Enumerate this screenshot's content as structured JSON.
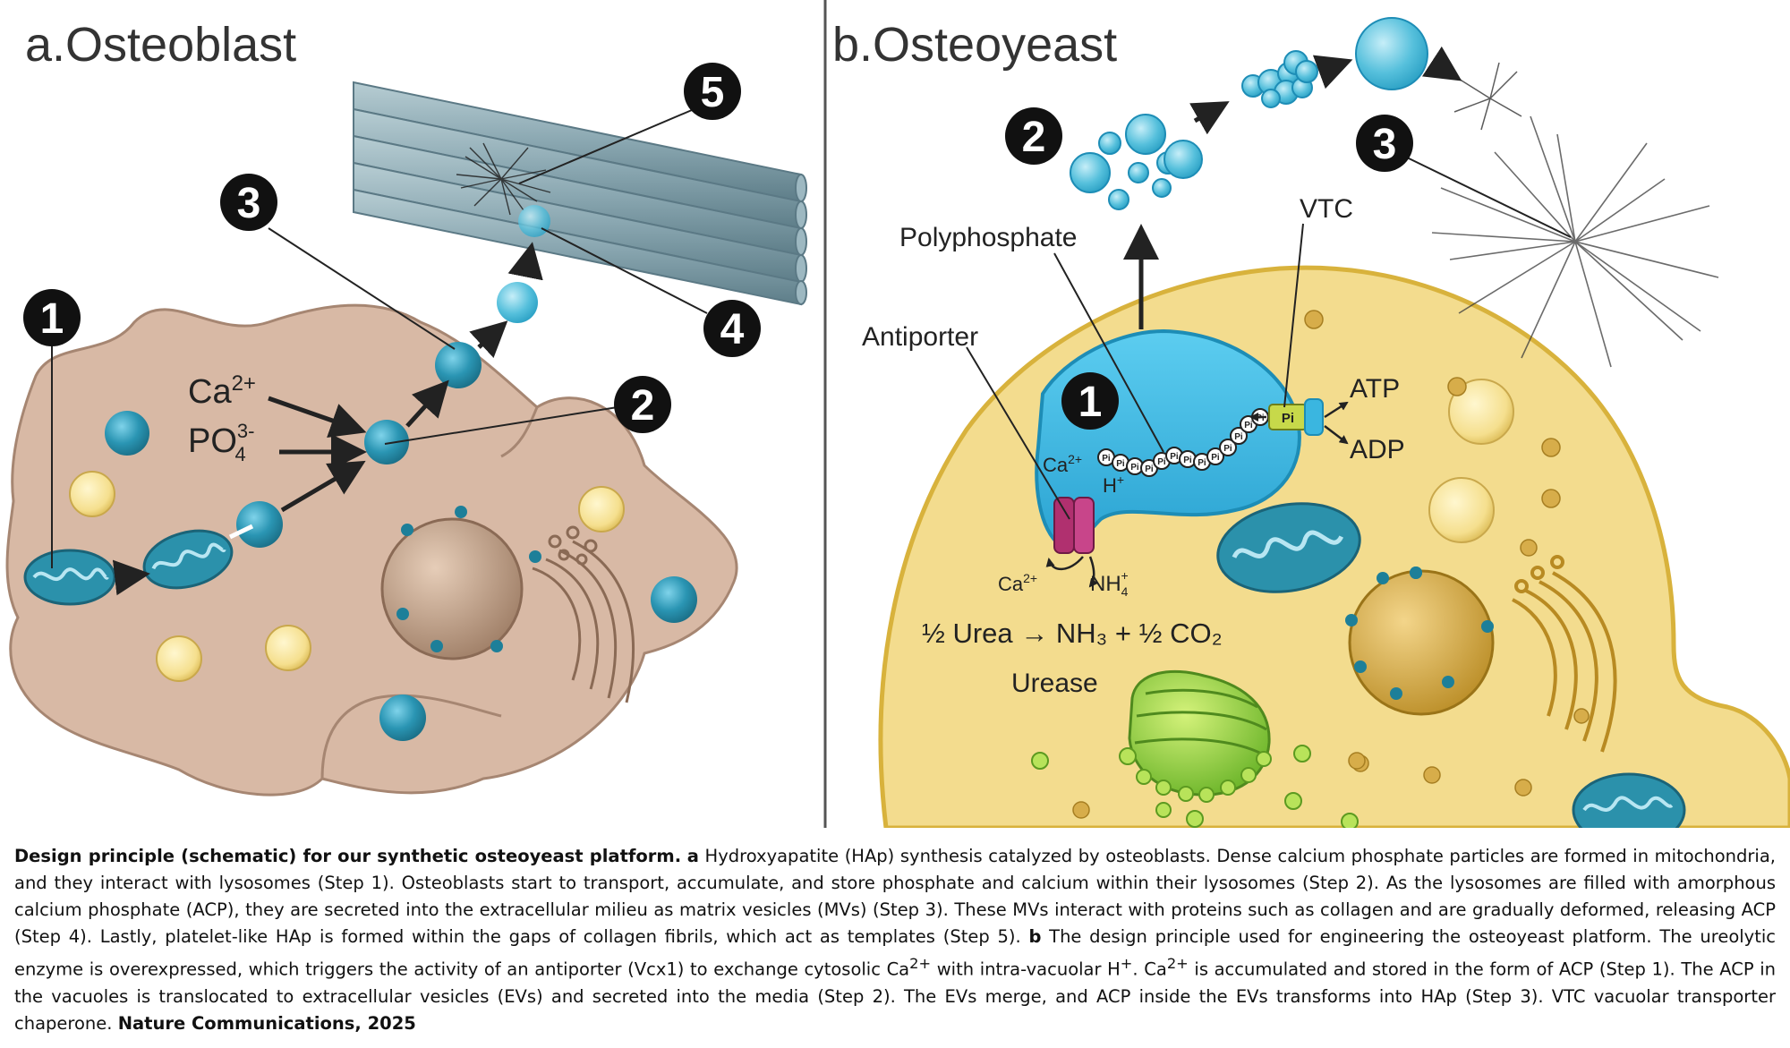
{
  "panel_a": {
    "title": "a.Osteoblast",
    "ion_ca": "Ca",
    "ion_ca_sup": "2+",
    "ion_po": "PO",
    "ion_po_sup": "3-",
    "ion_po_sub": "4",
    "steps": [
      "1",
      "2",
      "3",
      "4",
      "5"
    ]
  },
  "panel_b": {
    "title": "b.Osteoyeast",
    "polyphosphate": "Polyphosphate",
    "vtc": "VTC",
    "antiporter": "Antiporter",
    "atp": "ATP",
    "adp": "ADP",
    "ca_vac": "Ca",
    "ca_vac_sup": "2+",
    "h_plus": "H",
    "h_plus_sup": "+",
    "ca_cyt": "Ca",
    "ca_cyt_sup": "2+",
    "nh4": "NH",
    "nh4_sub": "4",
    "nh4_sup": "+",
    "pi": "Pi",
    "reaction": "½ Urea → NH₃ + ½ CO₂",
    "urease": "Urease",
    "steps": [
      "1",
      "2",
      "3"
    ]
  },
  "caption": {
    "bold_title": "Design principle (schematic) for our synthetic osteoyeast platform.",
    "a_letter": "a",
    "a_text": "Hydroxyapatite (HAp) synthesis catalyzed by osteoblasts. Dense calcium phosphate particles are formed in mitochondria, and they interact with lysosomes (Step 1). Osteoblasts start to transport, accumulate, and store phosphate and calcium within their lysosomes (Step 2). As the lysosomes are filled with amorphous calcium phosphate (ACP), they are secreted into the extracellular milieu as matrix vesicles (MVs) (Step 3). These MVs interact with proteins such as collagen and are gradually deformed, releasing ACP (Step 4). Lastly, platelet-like HAp is formed within the gaps of collagen fibrils, which act as templates (Step 5).",
    "b_letter": "b",
    "b_text_1": "The design principle used for engineering the osteoyeast platform. The ureolytic enzyme is overexpressed, which triggers the activity of an antiporter (Vcx1) to exchange cytosolic Ca",
    "b_sup_1": "2+",
    "b_text_2": " with intra-vacuolar H",
    "b_sup_2": "+",
    "b_text_3": ". Ca",
    "b_sup_3": "2+",
    "b_text_4": " is accumulated and stored in the form of ACP (Step 1). The ACP in the vacuoles is translocated to extracellular vesicles (EVs) and secreted into the media (Step 2). The EVs merge, and ACP inside the EVs transforms into HAp (Step 3). VTC vacuolar transporter chaperone.",
    "source": "Nature Communications, 2025"
  },
  "colors": {
    "osteoblast_cell": "#d9bba8",
    "yeast_cell": "#f3dc8e",
    "vesicle_blue": "#2a8fa8",
    "vacuole_blue": "#3ab6e0",
    "collagen": "#7f9ea8"
  }
}
